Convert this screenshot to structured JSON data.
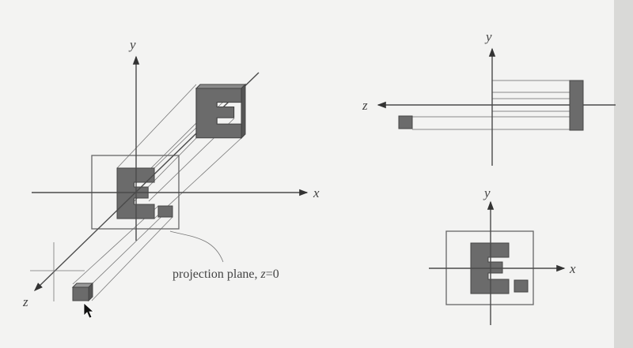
{
  "perspective_view": {
    "axis_labels": {
      "x": "x",
      "y": "y",
      "z": "z"
    },
    "caption": "projection plane, ",
    "caption_var": "z",
    "caption_eq": "=0"
  },
  "side_view": {
    "axis_labels": {
      "y": "y",
      "z": "z"
    }
  },
  "front_view": {
    "axis_labels": {
      "x": "x",
      "y": "y"
    }
  },
  "colors": {
    "object_fill": "#6b6b6b",
    "paper": "#f3f3f2",
    "line": "#4a4a4a"
  }
}
